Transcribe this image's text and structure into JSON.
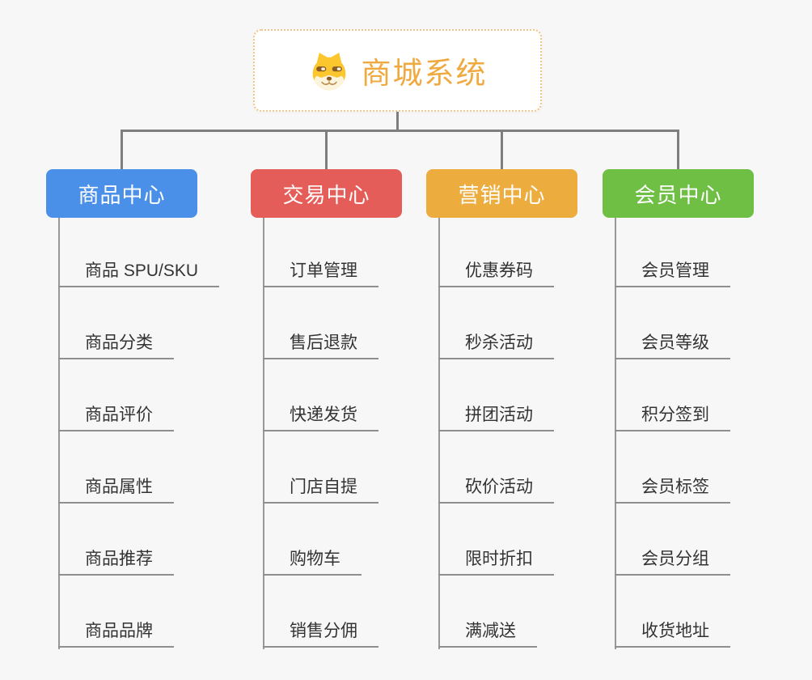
{
  "root": {
    "label": "商城系统",
    "icon": "dog-face-icon",
    "text_color": "#f0a93f",
    "border_color": "#f2c488"
  },
  "connector_color": "#7e7e7e",
  "branches": [
    {
      "label": "商品中心",
      "color": "#4b90e8",
      "items": [
        "商品 SPU/SKU",
        "商品分类",
        "商品评价",
        "商品属性",
        "商品推荐",
        "商品品牌"
      ]
    },
    {
      "label": "交易中心",
      "color": "#e55d58",
      "items": [
        "订单管理",
        "售后退款",
        "快递发货",
        "门店自提",
        "购物车",
        "销售分佣"
      ]
    },
    {
      "label": "营销中心",
      "color": "#ecac3e",
      "items": [
        "优惠券码",
        "秒杀活动",
        "拼团活动",
        "砍价活动",
        "限时折扣",
        "满减送"
      ]
    },
    {
      "label": "会员中心",
      "color": "#6fbf44",
      "items": [
        "会员管理",
        "会员等级",
        "积分签到",
        "会员标签",
        "会员分组",
        "收货地址"
      ]
    }
  ]
}
